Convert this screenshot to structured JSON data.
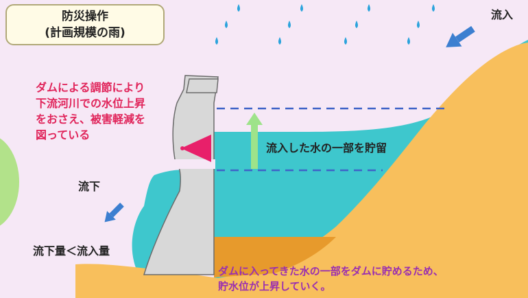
{
  "title": {
    "line1": "防災操作",
    "line2": "(計画規模の雨)"
  },
  "labels": {
    "inflow": "流入",
    "storage": "流入した水の一部を貯留",
    "outflow": "流下",
    "flow_relation": "流下量＜流入量"
  },
  "dam_note": [
    "ダムによる調節により",
    "下流河川での水位上昇",
    "をおさえ、被害軽減を",
    "図っている"
  ],
  "bottom_note": [
    "ダムに入ってきた水の一部をダムに貯めるため、",
    "貯水位が上昇していく。"
  ],
  "colors": {
    "background": "#f6e8f6",
    "water": "#3ec7cd",
    "land": "#f8bf5c",
    "sediment": "#e79a2c",
    "dam": "#d8d8d8",
    "rain": "#2aa3dc",
    "flow_arrow": "#3c7fd0",
    "rise_arrow": "#9ee38a",
    "gate_marker": "#e8206a",
    "note_red": "#e0245a",
    "note_purple": "#9a2fb0",
    "tree": "#b2e28a"
  },
  "icons": [
    "rain-drop-icon",
    "inflow-arrow-icon",
    "outflow-arrow-icon",
    "rise-arrow-icon",
    "gate-triangle-icon"
  ]
}
